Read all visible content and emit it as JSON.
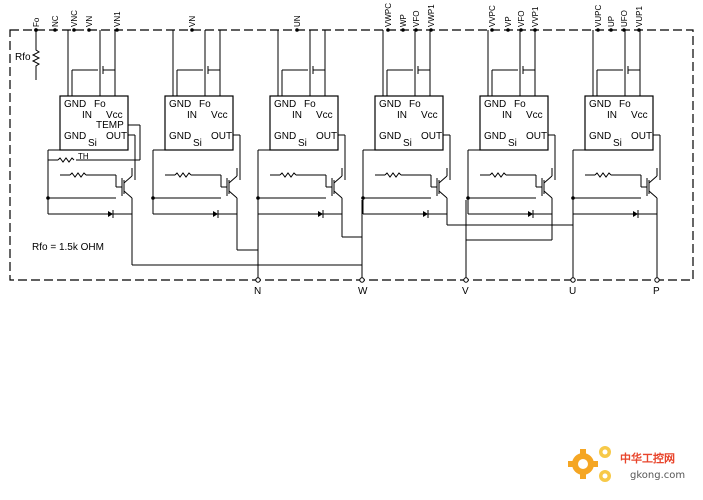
{
  "diagram": {
    "top_pins": [
      "Fo",
      "NC",
      "VNC",
      "VN",
      "VN1",
      "VN",
      "UN",
      "VWPC",
      "WP",
      "VFO",
      "VWP1",
      "VVPC",
      "VP",
      "VFO",
      "VVP1",
      "VUPC",
      "UP",
      "UFO",
      "VUP1"
    ],
    "fo_resistor_label": "Rfo",
    "ic_labels": {
      "gnd": "GND",
      "fo": "Fo",
      "in": "IN",
      "vcc": "Vcc",
      "temp": "TEMP",
      "out": "OUT",
      "si": "Si"
    },
    "thermistor_label": "TH",
    "note": "Rfo = 1.5k OHM",
    "bottom_terminals": [
      "N",
      "W",
      "V",
      "U",
      "P"
    ]
  },
  "watermark": {
    "title": "中华工控网",
    "url": "gkong.com",
    "accent_color": "#e8452c",
    "gear_colors": [
      "#f5a623",
      "#f7c948"
    ]
  },
  "colors": {
    "line": "#000000",
    "background": "#ffffff"
  }
}
